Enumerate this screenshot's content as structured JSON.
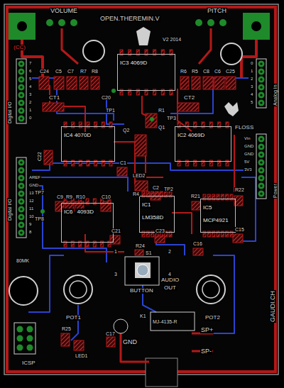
{
  "diagram": {
    "title": "OPEN.THEREMIN.V",
    "nodes": [
      {
        "text": [
          "IC3 4069D"
        ]
      },
      {
        "text": [
          "IC4 4070D"
        ]
      },
      {
        "text": [
          "IC2 4069D"
        ]
      },
      {
        "text": [
          "IC6",
          "4093D"
        ]
      },
      {
        "text": [
          "IC1",
          "LM358D"
        ]
      },
      {
        "text": [
          "IC5",
          "MCP4921"
        ]
      }
    ],
    "labels": [
      "VOLUME",
      "PITCH",
      "V2 2014",
      "(CC)",
      "C24",
      "C5",
      "C7",
      "R7",
      "R8",
      "R6",
      "R5",
      "C8",
      "C6",
      "C25",
      "CT1",
      "C20",
      "CT2",
      "TP1",
      "R1",
      "TP3",
      "Q1",
      "Q2",
      "FLOSS",
      "C22",
      "C1",
      "LED2",
      "C2",
      "TP2",
      "R4",
      "TP7",
      "C9",
      "R9",
      "R10",
      "C10",
      "R21",
      "R22",
      "TP8",
      "C21",
      "C23",
      "C15",
      "C16",
      "R24",
      "S1",
      "1",
      "2",
      "3",
      "4",
      "BUTTON",
      "AUDIO",
      "OUT",
      "POT1",
      "POT2",
      "K1",
      "MJ-4135-R",
      "C17",
      "GND",
      "SP+",
      "SP-",
      "R25",
      "LED1",
      "ICSP",
      "80MK",
      "GAUDI.CH",
      "Digital I/O",
      "Digital I/O",
      "Analog In",
      "Power",
      "7",
      "6",
      "5",
      "4",
      "3",
      "2",
      "1",
      "0",
      "AREF",
      "GND",
      "13",
      "12",
      "11",
      "10",
      "9",
      "8",
      "0",
      "1",
      "2",
      "3",
      "4",
      "5",
      "Vin",
      "GND",
      "GND",
      "5V",
      "3V3"
    ]
  }
}
